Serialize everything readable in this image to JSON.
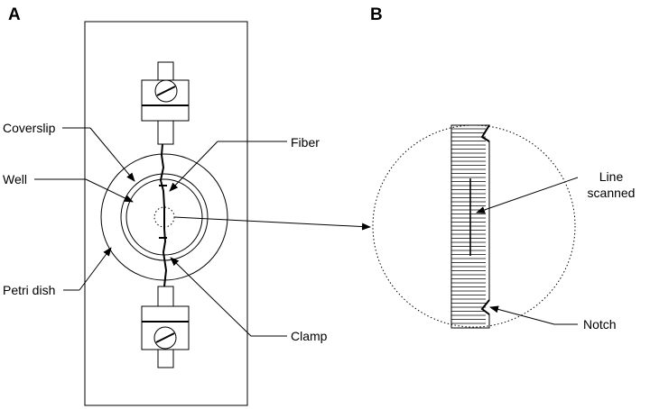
{
  "panels": {
    "a": "A",
    "b": "B"
  },
  "labels": {
    "coverslip": "Coverslip",
    "well": "Well",
    "petri_dish": "Petri dish",
    "fiber": "Fiber",
    "clamp": "Clamp",
    "line_scanned_1": "Line",
    "line_scanned_2": "scanned",
    "notch": "Notch"
  },
  "colors": {
    "ink": "#000000",
    "background": "#ffffff",
    "fill_gray": "#e6e6e6"
  }
}
